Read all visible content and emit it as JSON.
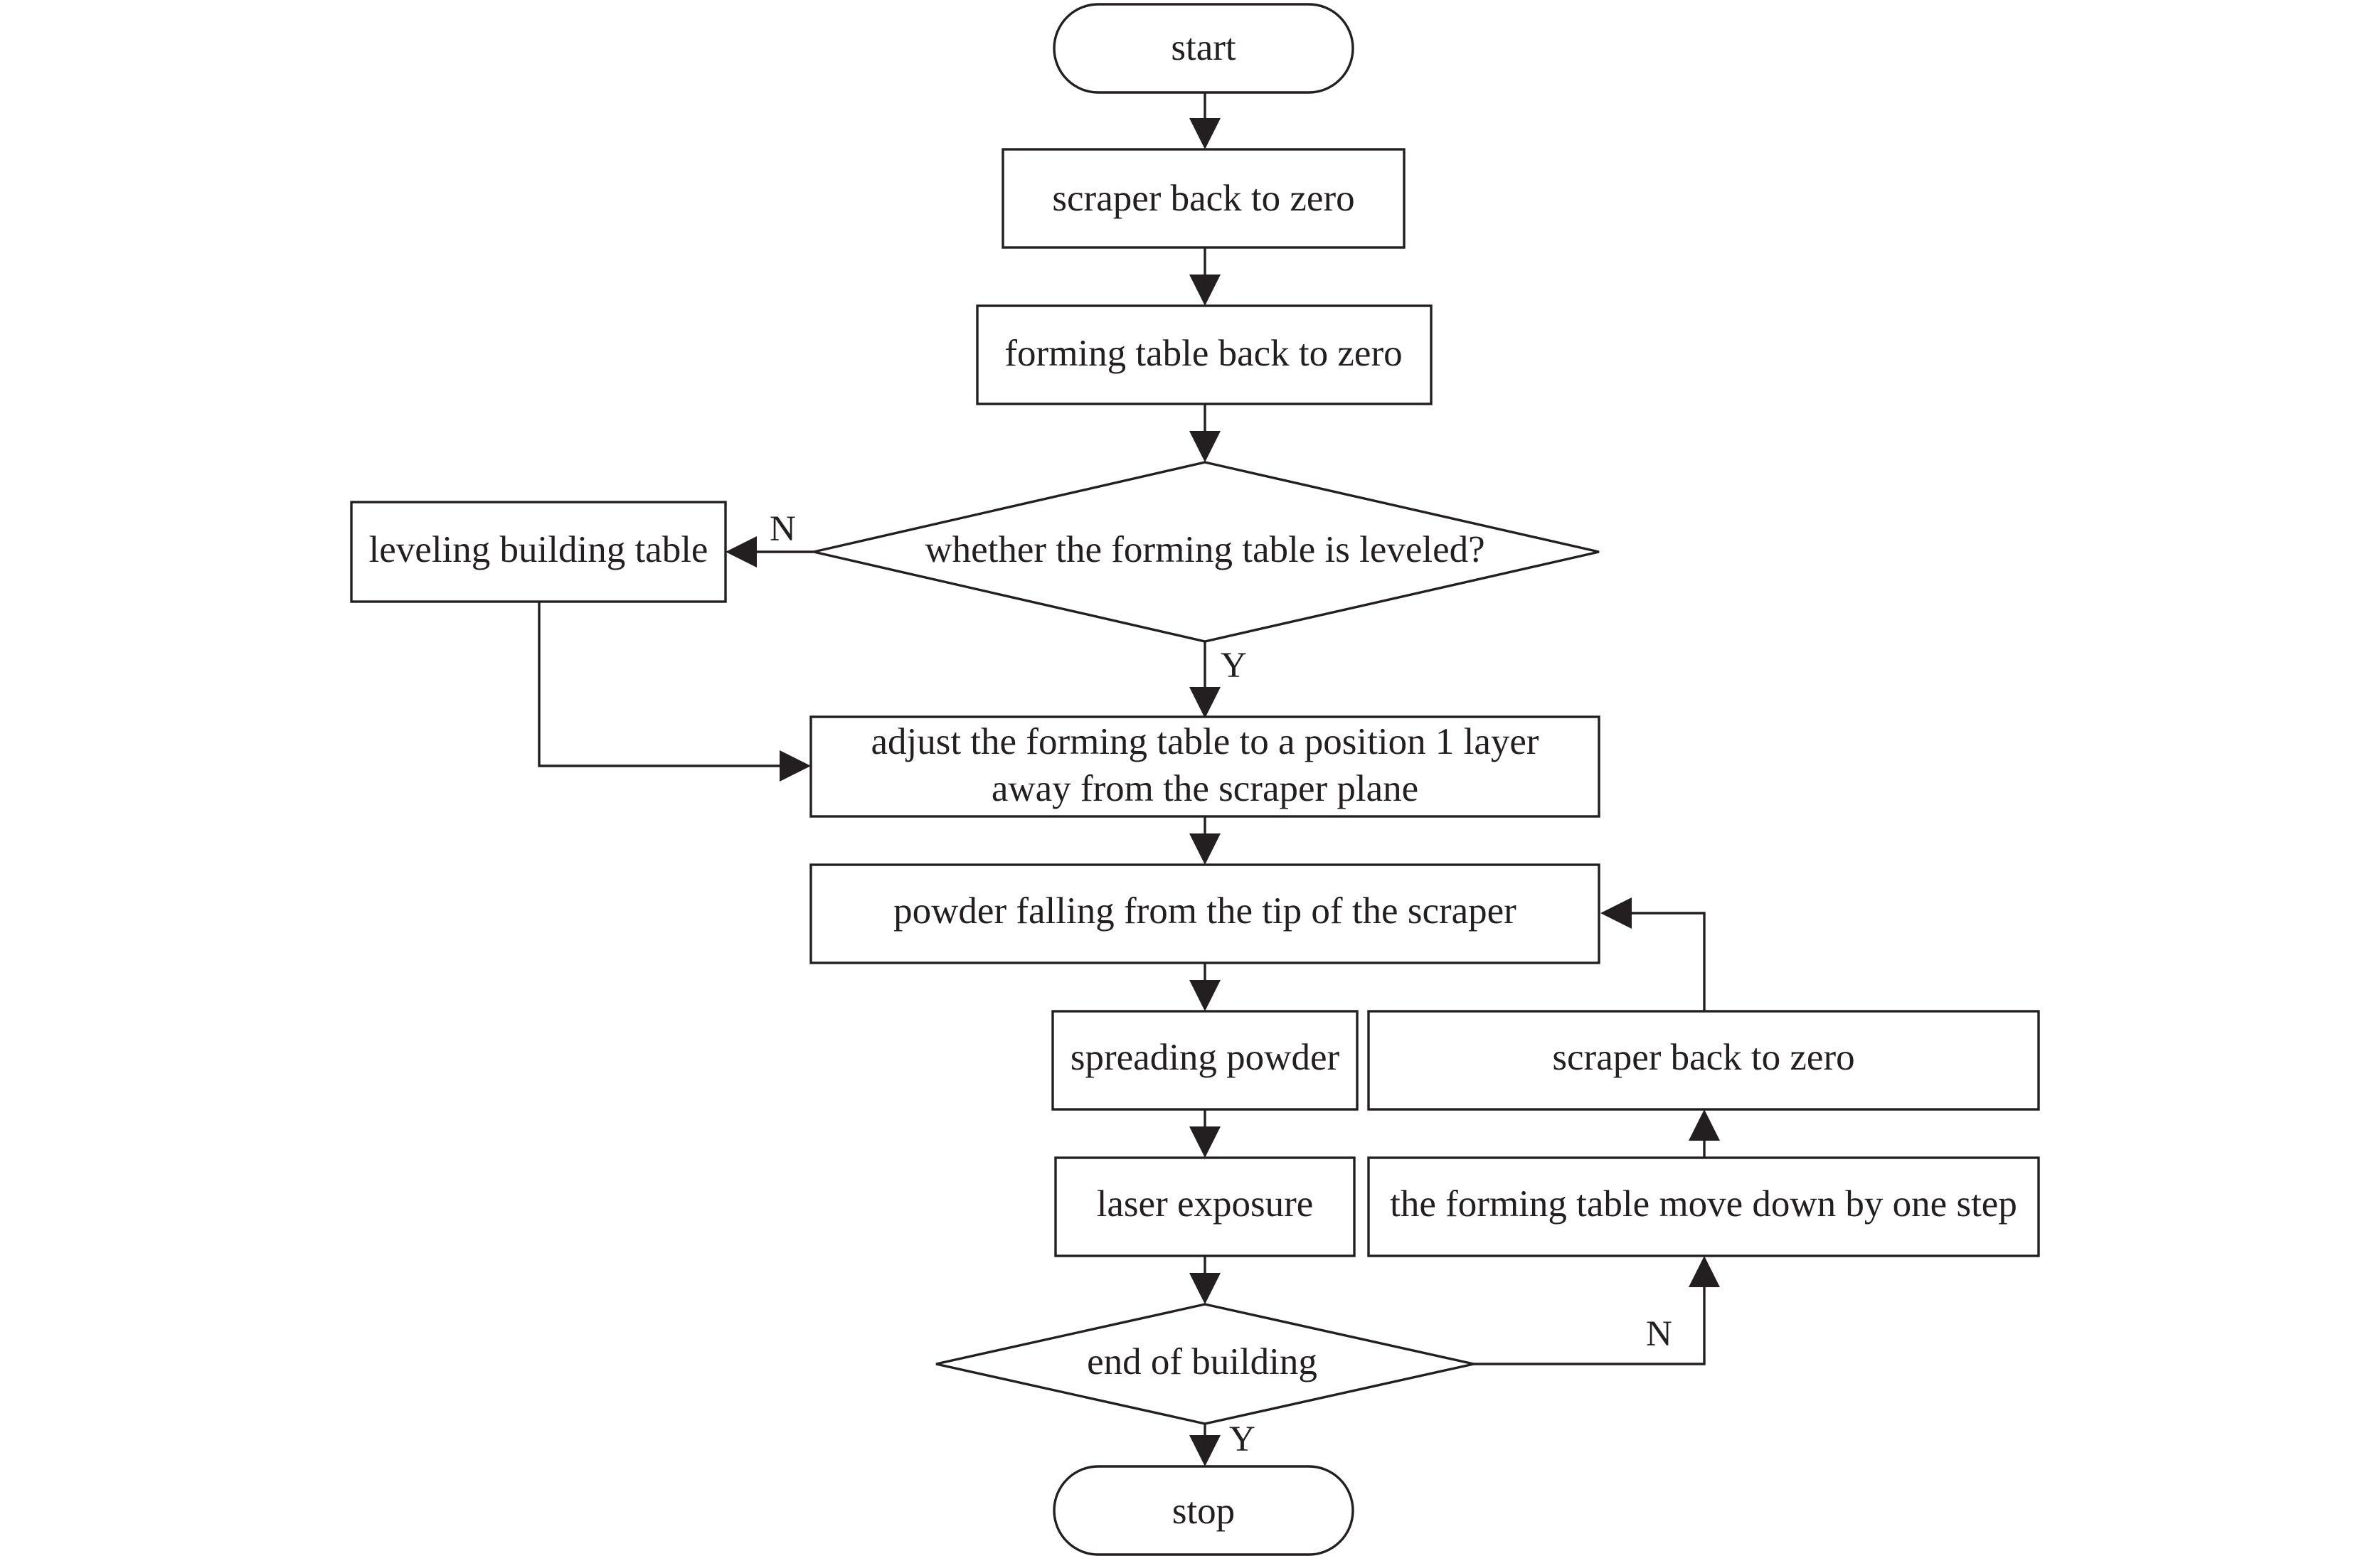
{
  "diagram": {
    "nodes": {
      "start": "start",
      "scraper_zero": "scraper back to zero",
      "table_zero": "forming table back to zero",
      "leveled_q": "whether the forming table is leveled?",
      "leveling": "leveling building table",
      "adjust_1": "adjust the forming table to a position 1 layer",
      "adjust_2": "away from the scraper plane",
      "powder_fall": "powder falling from the tip of the scraper",
      "spreading": "spreading powder",
      "laser": "laser exposure",
      "end_q": "end of building",
      "stop": "stop",
      "move_down": "the forming table move down by one step",
      "scraper_zero_2": "scraper back to zero"
    },
    "edge_labels": {
      "leveled_no": "N",
      "leveled_yes": "Y",
      "end_no": "N",
      "end_yes": "Y"
    },
    "colors": {
      "line": "#231f20",
      "fill": "#ffffff"
    }
  }
}
